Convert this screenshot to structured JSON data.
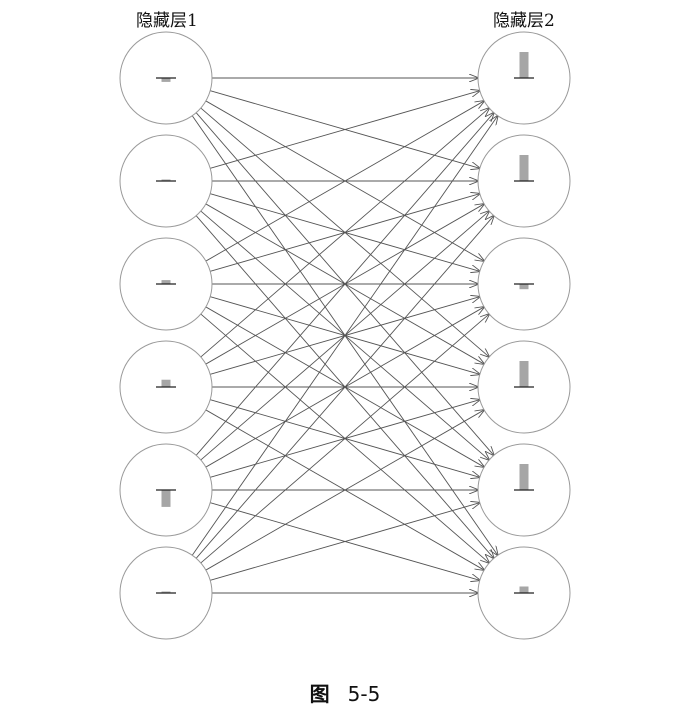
{
  "layers": [
    {
      "label": "隐藏层1",
      "nodes": [
        {
          "value": -0.15
        },
        {
          "value": 0.05
        },
        {
          "value": 0.15
        },
        {
          "value": 0.28
        },
        {
          "value": -0.65
        },
        {
          "value": 0.02
        }
      ]
    },
    {
      "label": "隐藏层2",
      "nodes": [
        {
          "value": 1.0
        },
        {
          "value": 1.0
        },
        {
          "value": -0.2
        },
        {
          "value": 1.0
        },
        {
          "value": 1.0
        },
        {
          "value": 0.25
        }
      ]
    }
  ],
  "connections": "all-to-all",
  "caption": {
    "word": "图",
    "number": "5-5"
  },
  "colors": {
    "node_stroke": "#9a9a9a",
    "edge": "#555555",
    "bar": "#a6a6a6",
    "baseline": "#222222"
  }
}
